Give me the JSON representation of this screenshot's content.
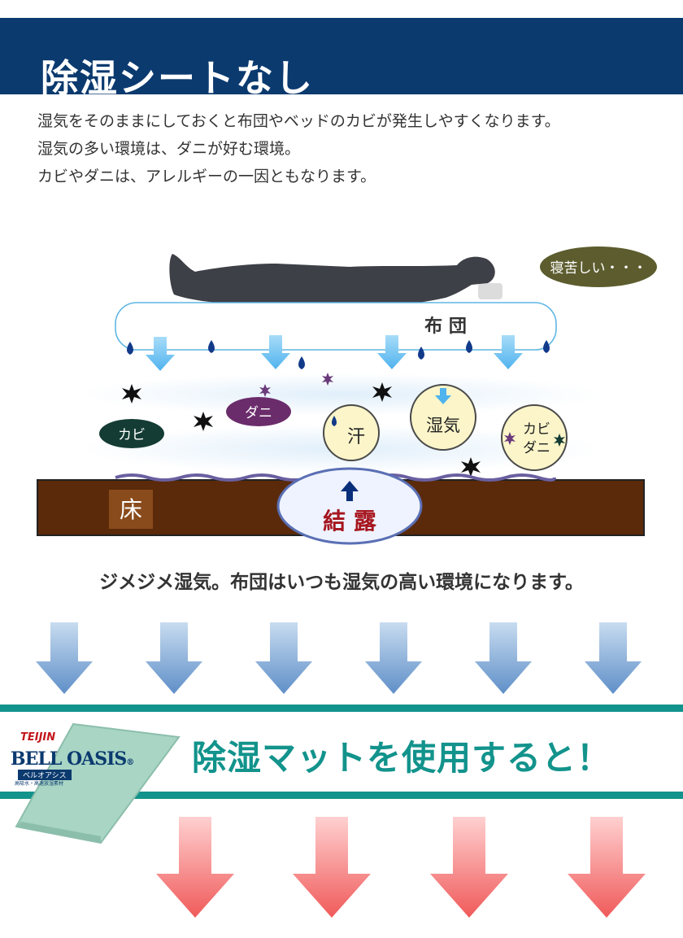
{
  "header": {
    "title": "除湿シートなし"
  },
  "intro": {
    "lines": [
      "湿気をそのままにしておくと布団やベッドのカビが発生しやすくなります。",
      "湿気の多い環境は、ダニが好む環境。",
      "カビやダニは、アレルギーの一因ともなります。"
    ]
  },
  "diagram": {
    "speech": "寝苦しい・・・",
    "futon": "布 団",
    "kabi": "カビ",
    "dani": "ダニ",
    "sweat": "汗",
    "humidity": "湿気",
    "kabi_dani_1": "カビ",
    "kabi_dani_2": "ダニ",
    "floor": "床",
    "condensation": "結 露"
  },
  "summary": "ジメジメ湿気。布団はいつも湿気の高い環境になります。",
  "cta": "除湿マットを使用すると！",
  "product": {
    "maker": "TEIJIN",
    "name": "BELL OASIS",
    "reg": "®",
    "kana": "ベルオアシス",
    "tagline": "高吸水・高速放湿素材"
  },
  "colors": {
    "header_bg": "#0b3a6f",
    "accent_teal": "#12938c",
    "floor_brown": "#5a2a0a",
    "drop_blue": "#123a8a"
  }
}
